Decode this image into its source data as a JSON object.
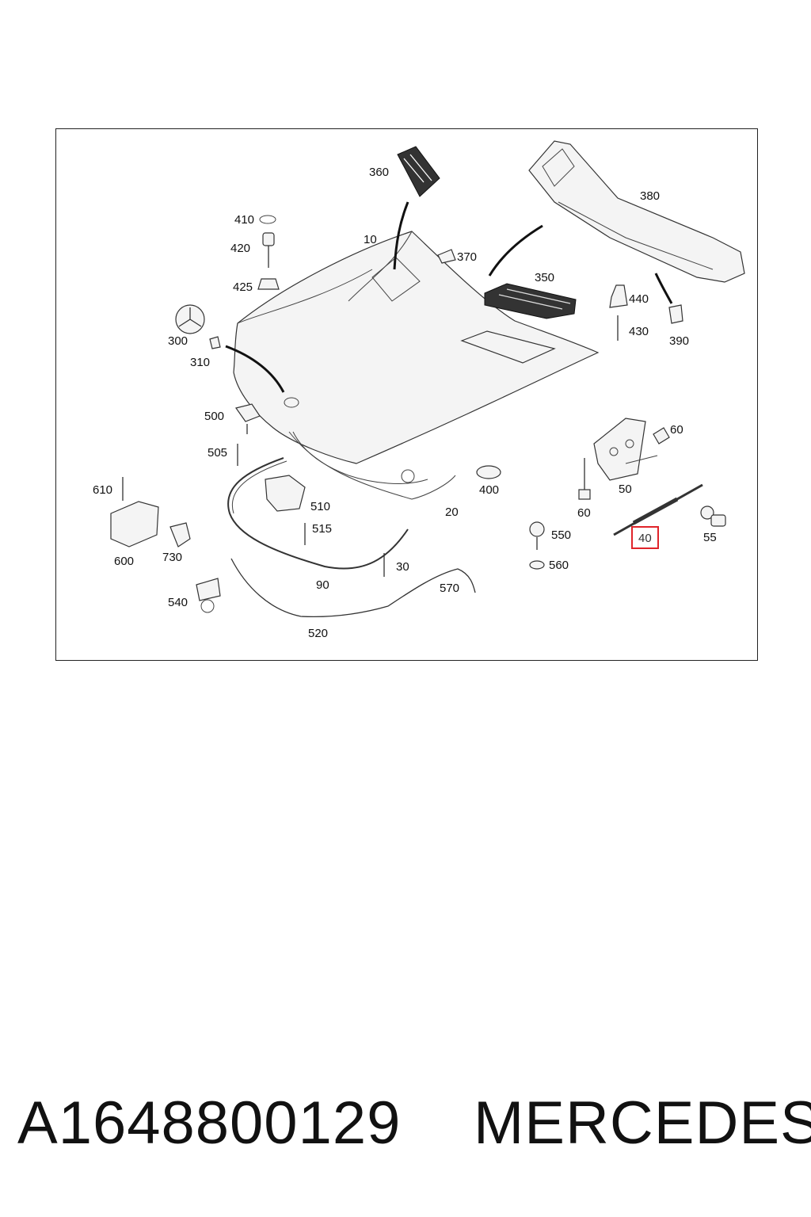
{
  "diagram": {
    "callouts": [
      {
        "id": "360",
        "label": "360"
      },
      {
        "id": "380",
        "label": "380"
      },
      {
        "id": "410",
        "label": "410"
      },
      {
        "id": "10",
        "label": "10"
      },
      {
        "id": "420",
        "label": "420"
      },
      {
        "id": "370",
        "label": "370"
      },
      {
        "id": "350",
        "label": "350"
      },
      {
        "id": "425",
        "label": "425"
      },
      {
        "id": "440",
        "label": "440"
      },
      {
        "id": "430",
        "label": "430"
      },
      {
        "id": "390",
        "label": "390"
      },
      {
        "id": "300",
        "label": "300"
      },
      {
        "id": "310",
        "label": "310"
      },
      {
        "id": "500",
        "label": "500"
      },
      {
        "id": "60a",
        "label": "60"
      },
      {
        "id": "505",
        "label": "505"
      },
      {
        "id": "400",
        "label": "400"
      },
      {
        "id": "50",
        "label": "50"
      },
      {
        "id": "610",
        "label": "610"
      },
      {
        "id": "510",
        "label": "510"
      },
      {
        "id": "20",
        "label": "20"
      },
      {
        "id": "60b",
        "label": "60"
      },
      {
        "id": "515",
        "label": "515"
      },
      {
        "id": "550",
        "label": "550"
      },
      {
        "id": "40",
        "label": "40",
        "highlighted": true
      },
      {
        "id": "55",
        "label": "55"
      },
      {
        "id": "600",
        "label": "600"
      },
      {
        "id": "730",
        "label": "730"
      },
      {
        "id": "30",
        "label": "30"
      },
      {
        "id": "560",
        "label": "560"
      },
      {
        "id": "90",
        "label": "90"
      },
      {
        "id": "570",
        "label": "570"
      },
      {
        "id": "540",
        "label": "540"
      },
      {
        "id": "520",
        "label": "520"
      }
    ],
    "highlight_color": "#e0242a"
  },
  "caption": {
    "part_number": "A1648800129",
    "brand": "MERCEDES"
  }
}
